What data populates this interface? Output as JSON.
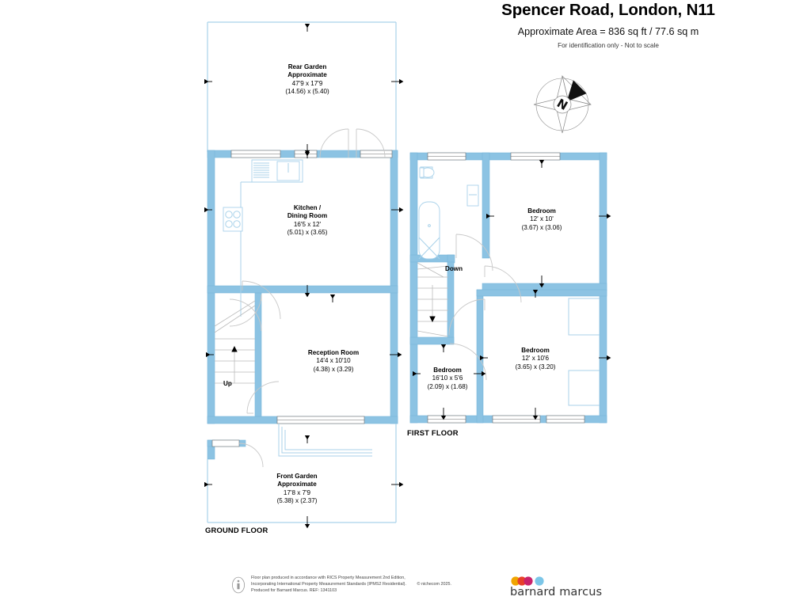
{
  "header": {
    "title": "Spencer Road, London, N11",
    "area": "Approximate Area = 836 sq ft / 77.6 sq m",
    "disclaimer": "For identification only - Not to scale"
  },
  "compass": {
    "label": "N",
    "name": "compass-rose"
  },
  "ground_floor": {
    "label": "GROUND FLOOR",
    "rooms": [
      {
        "id": "rear-garden",
        "name": "Rear Garden",
        "qualifier": "Approximate",
        "imperial": "47'9 x 17'9",
        "metric": "(14.56) x (5.40)"
      },
      {
        "id": "kitchen-dining-room",
        "name_line1": "Kitchen /",
        "name_line2": "Dining Room",
        "imperial": "16'5 x 12'",
        "metric": "(5.01) x (3.65)"
      },
      {
        "id": "reception-room",
        "name": "Reception Room",
        "imperial": "14'4 x 10'10",
        "metric": "(4.38) x (3.29)"
      },
      {
        "id": "front-garden",
        "name": "Front Garden",
        "qualifier": "Approximate",
        "imperial": "17'8 x 7'9",
        "metric": "(5.38) x (2.37)"
      }
    ],
    "stairs_label": "Up"
  },
  "first_floor": {
    "label": "FIRST FLOOR",
    "rooms": [
      {
        "id": "bedroom-rear",
        "name": "Bedroom",
        "imperial": "12' x 10'",
        "metric": "(3.67) x (3.06)"
      },
      {
        "id": "bedroom-front",
        "name": "Bedroom",
        "imperial": "12' x 10'6",
        "metric": "(3.65) x (3.20)"
      },
      {
        "id": "bedroom-small",
        "name": "Bedroom",
        "imperial": "16'10 x 5'6",
        "metric": "(2.09) x (1.68)"
      }
    ],
    "stairs_label": "Down"
  },
  "footer": {
    "line1": "Floor plan produced in accordance with RICS Property Measurement 2nd Edition,",
    "line2": "Incorporating International Property Measurement Standards (IPMS2 Residential).",
    "copyright": "© nichecom 2025.",
    "line3": "Produced for Barnard Marcus.    REF:  1341103",
    "rics_icon": "rics-info-icon"
  },
  "brand": {
    "name": "barnard marcus",
    "dot_colors": [
      "#f0a500",
      "#e8402a",
      "#c9226b",
      "#7cc6e8"
    ]
  },
  "colors": {
    "wall": "#8cc3e3",
    "wall_stroke": "#7ab4d8",
    "thin_line": "#9ecbe6",
    "fixture_stroke": "#9ecbe6",
    "text": "#000000"
  }
}
